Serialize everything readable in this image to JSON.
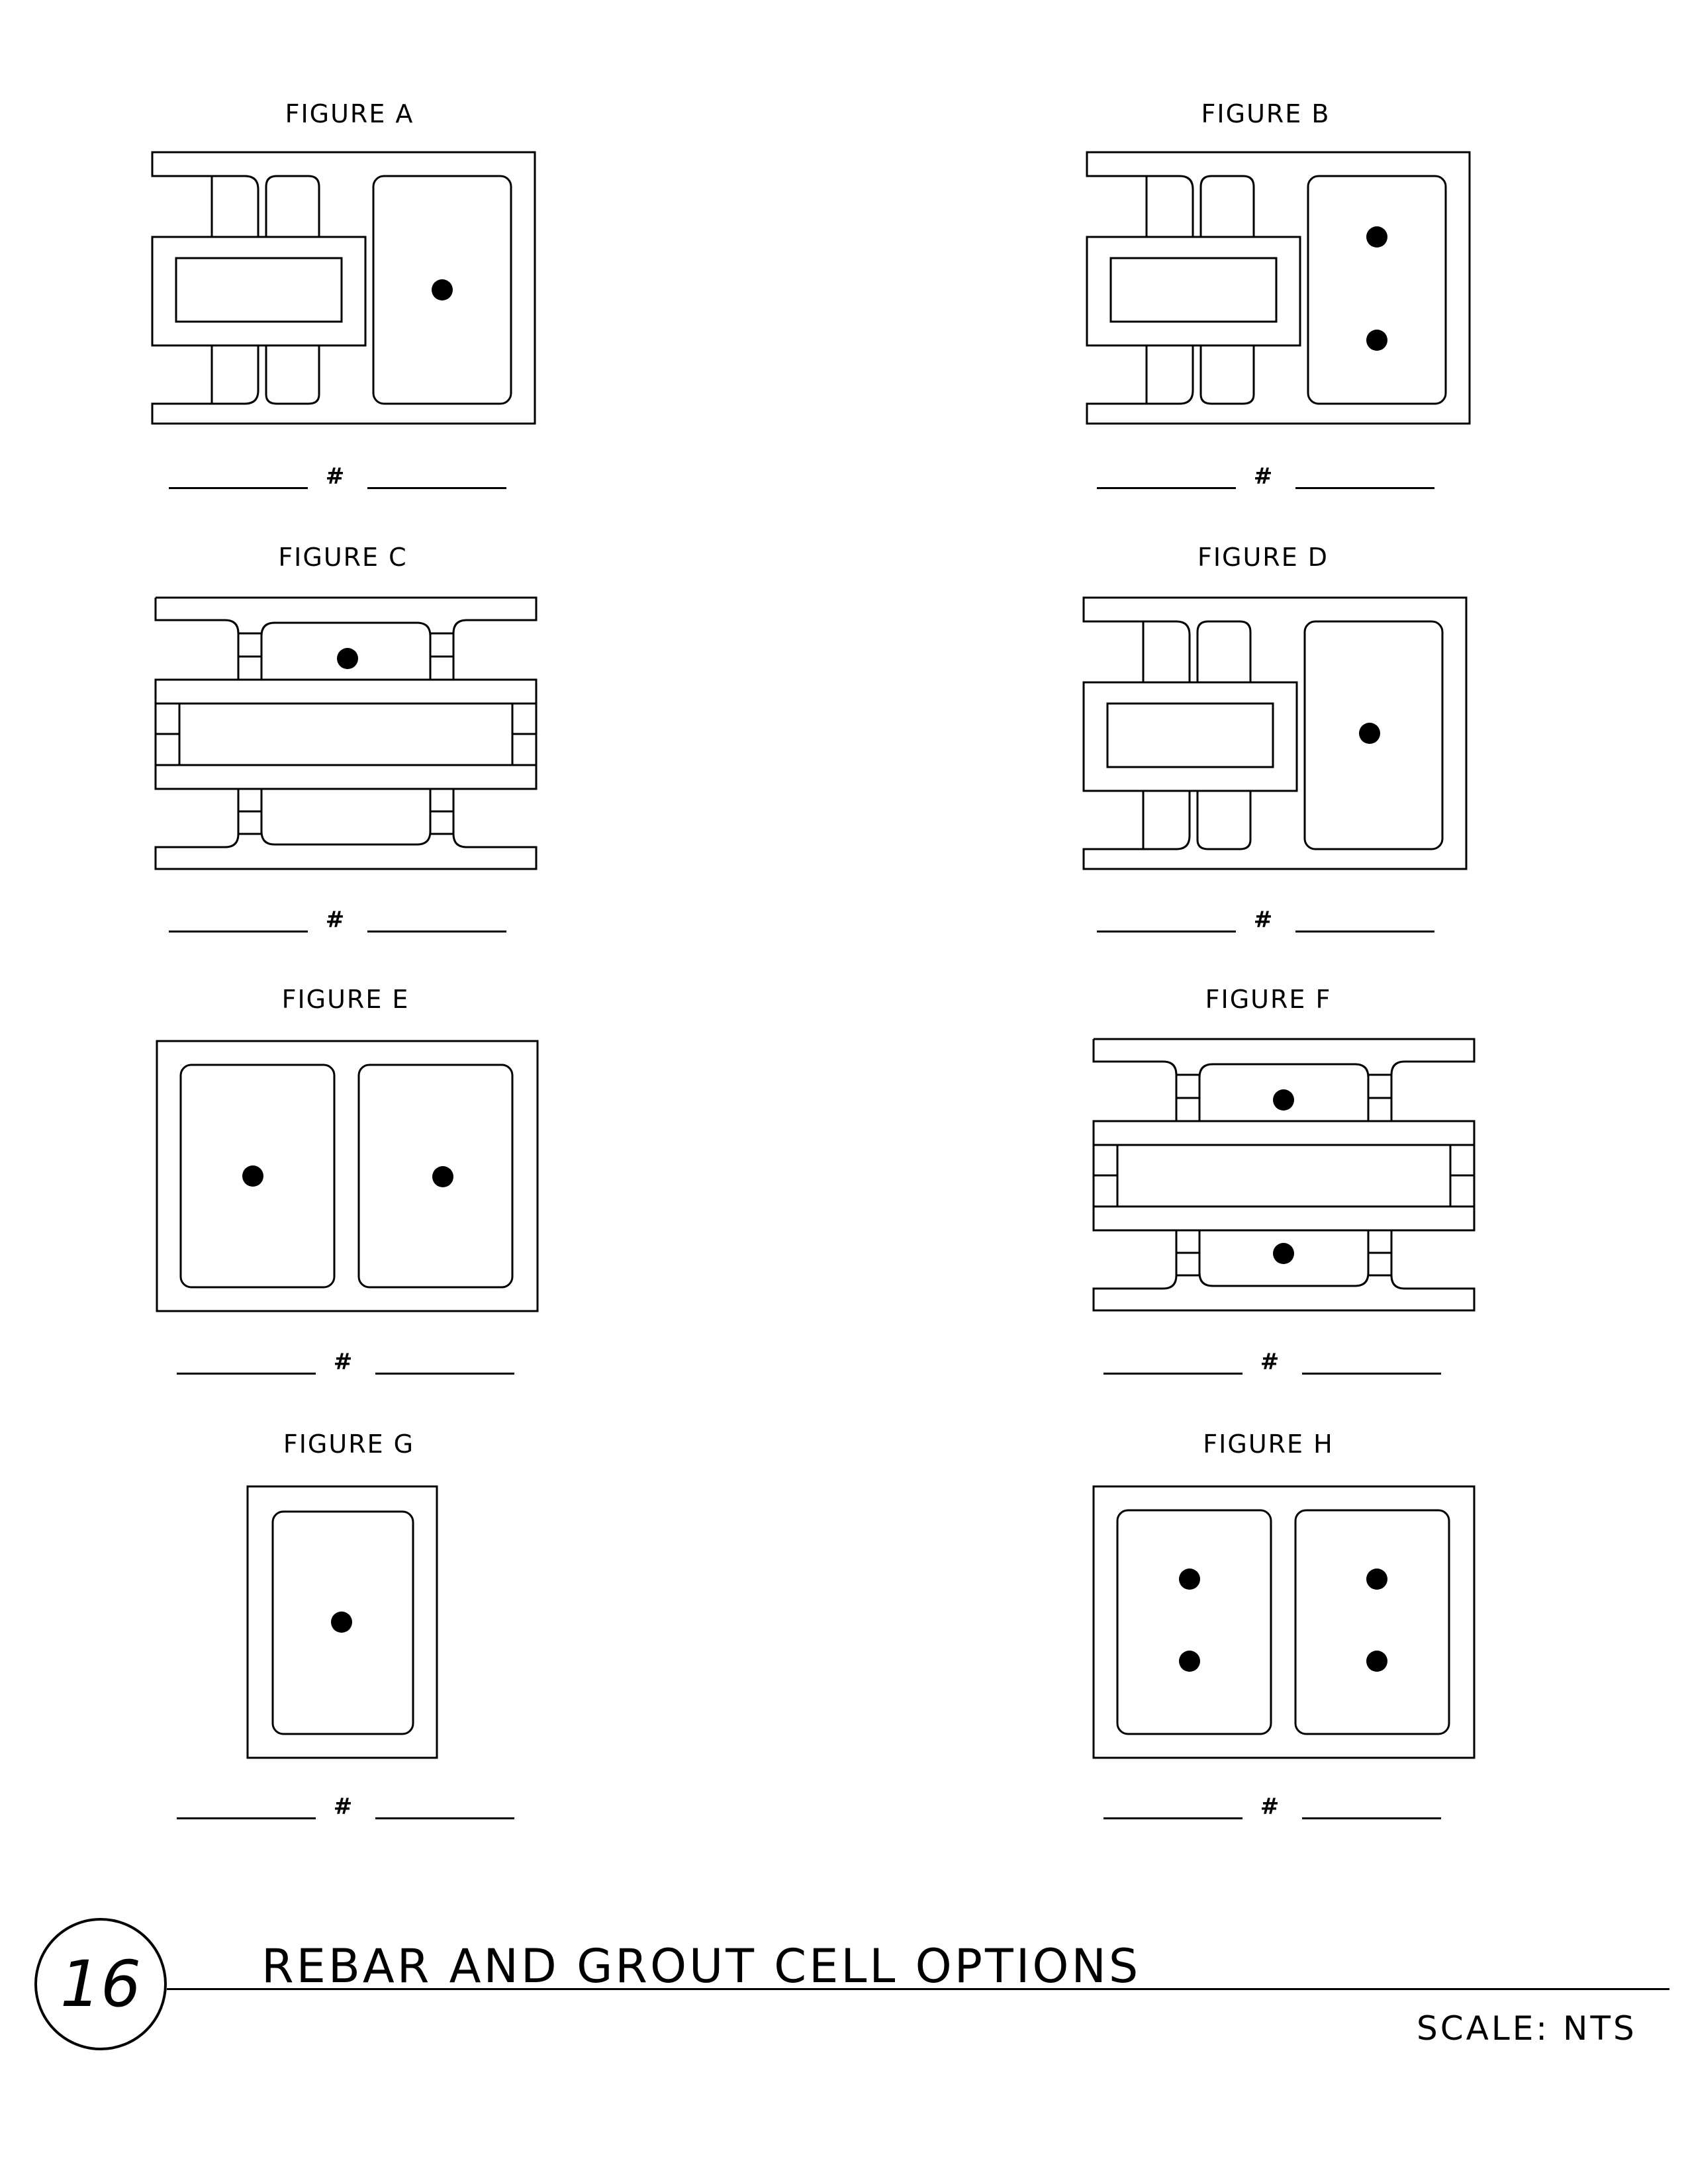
{
  "figures": {
    "a": {
      "title": "FIGURE A",
      "hash": "#"
    },
    "b": {
      "title": "FIGURE B",
      "hash": "#"
    },
    "c": {
      "title": "FIGURE C",
      "hash": "#"
    },
    "d": {
      "title": "FIGURE D",
      "hash": "#"
    },
    "e": {
      "title": "FIGURE E",
      "hash": "#"
    },
    "f": {
      "title": "FIGURE F",
      "hash": "#"
    },
    "g": {
      "title": "FIGURE G",
      "hash": "#"
    },
    "h": {
      "title": "FIGURE H",
      "hash": "#"
    }
  },
  "footer": {
    "sheet_number": "16",
    "title": "REBAR AND GROUT CELL OPTIONS",
    "scale": "SCALE: NTS"
  }
}
